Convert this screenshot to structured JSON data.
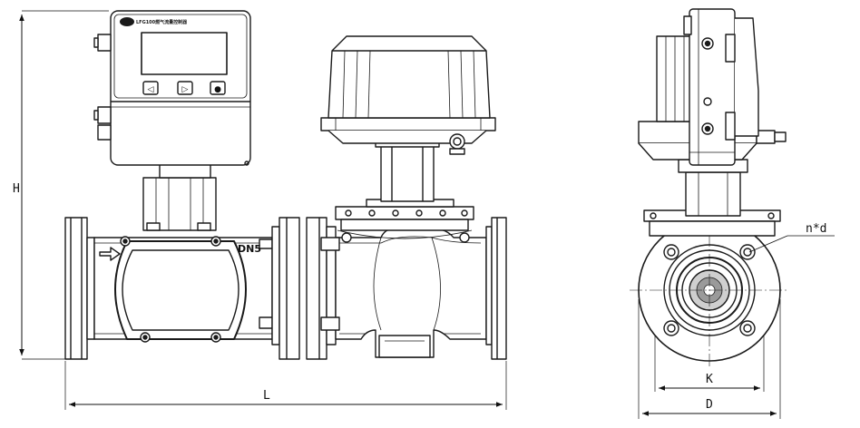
{
  "labels": {
    "height": "H",
    "length": "L",
    "bolt_circle": "K",
    "flange_diameter": "D",
    "bolt_holes": "n*d",
    "size_mark": "DN5",
    "panel_title": "LFG100燃气流量控制器"
  },
  "buttons": {
    "left": "◁",
    "right": "▷",
    "ok": "●"
  },
  "colors": {
    "line": "#1a1a1a",
    "fill": "#ffffff",
    "shade": "#dcdcdc",
    "dark": "#4a4a4a"
  }
}
